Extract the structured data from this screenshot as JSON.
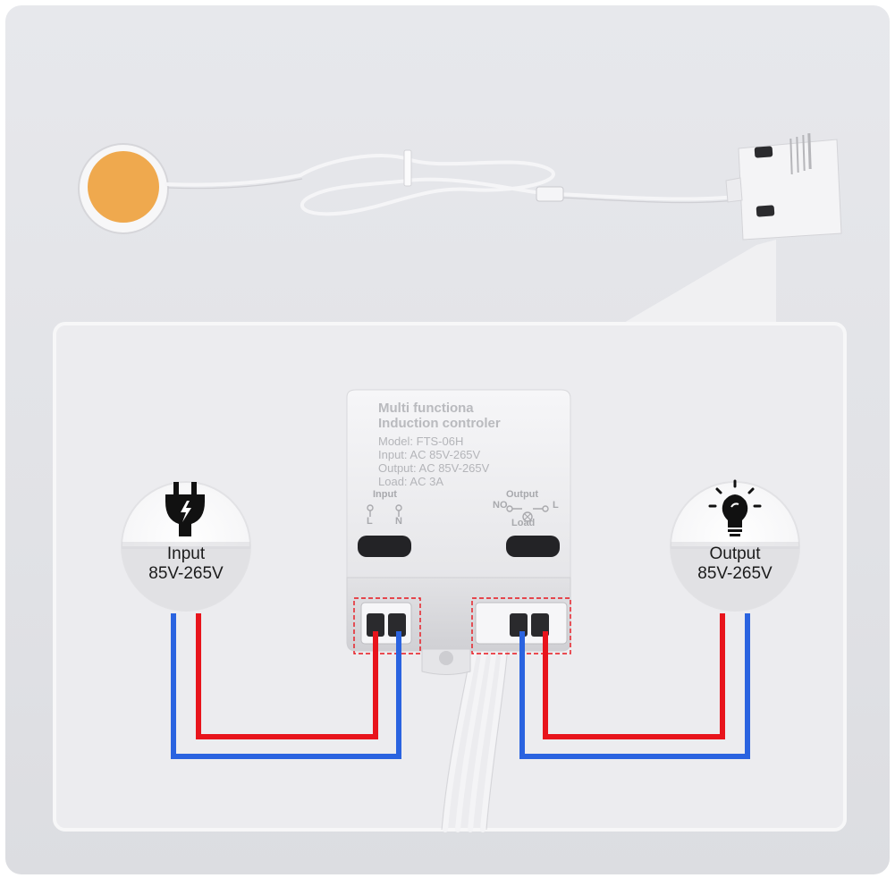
{
  "device": {
    "title_line1": "Multi functiona",
    "title_line2": "Induction controler",
    "model": "Model: FTS-06H",
    "input_spec": "Input: AC 85V-265V",
    "output_spec": "Output: AC 85V-265V",
    "load_spec": "Load: AC 3A",
    "input_label": "Input",
    "input_terminal_l": "L",
    "input_terminal_n": "N",
    "output_label": "Output",
    "output_terminal_no": "NO",
    "output_terminal_l": "L",
    "load_label": "Load"
  },
  "input_badge": {
    "title": "Input",
    "value": "85V-265V",
    "icon": "plug-icon"
  },
  "output_badge": {
    "title": "Output",
    "value": "85V-265V",
    "icon": "lightbulb-icon"
  },
  "colors": {
    "live_wire": "#e8141c",
    "neutral_wire": "#2a63e0",
    "sensor_pad": "#efa94e",
    "device_body": "#f2f2f4",
    "panel": "#ececef"
  }
}
